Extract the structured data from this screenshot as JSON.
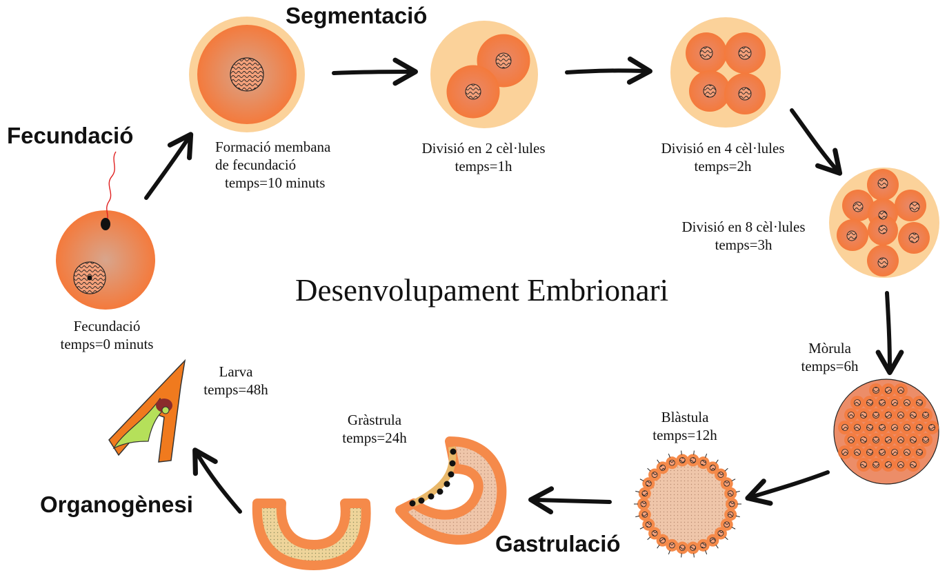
{
  "title": "Desenvolupament Embrionari",
  "stages": {
    "fecundacio": "Fecundació",
    "segmentacio": "Segmentació",
    "gastrulacio": "Gastrulació",
    "organogenesi": "Organogènesi"
  },
  "steps": {
    "fecundacio": {
      "name": "Fecundació",
      "time": "temps=0 minuts"
    },
    "membrana": {
      "line1": "Formació membana",
      "line2": "de fecundació",
      "time": "temps=10 minuts"
    },
    "div2": {
      "name": "Divisió en 2 cèl·lules",
      "time": "temps=1h"
    },
    "div4": {
      "name": "Divisió en 4 cèl·lules",
      "time": "temps=2h"
    },
    "div8": {
      "name": "Divisió en 8 cèl·lules",
      "time": "temps=3h"
    },
    "morula": {
      "name": "Mòrula",
      "time": "temps=6h"
    },
    "blastula": {
      "name": "Blàstula",
      "time": "temps=12h"
    },
    "gastrula": {
      "name": "Gràstrula",
      "time": "temps=24h"
    },
    "larva": {
      "name": "Larva",
      "time": "temps=48h"
    }
  },
  "colors": {
    "cell": "#f47a3c",
    "cell_center": "#d8a58c",
    "membrane": "#fbd29a",
    "ectoderm": "#f58a4a",
    "inner": "#e9c9a8",
    "endoderm": "#e0b070",
    "larva_body": "#f07a1e",
    "larva_gut": "#b5e05a",
    "arrow": "#111111",
    "sperm_tail": "#e02020"
  },
  "icons": [
    "egg-cell-icon",
    "sperm-icon",
    "nucleus-icon",
    "embryo-icon",
    "morula-icon",
    "blastula-icon",
    "gastrula-icon",
    "larva-icon",
    "arrow-icon"
  ]
}
